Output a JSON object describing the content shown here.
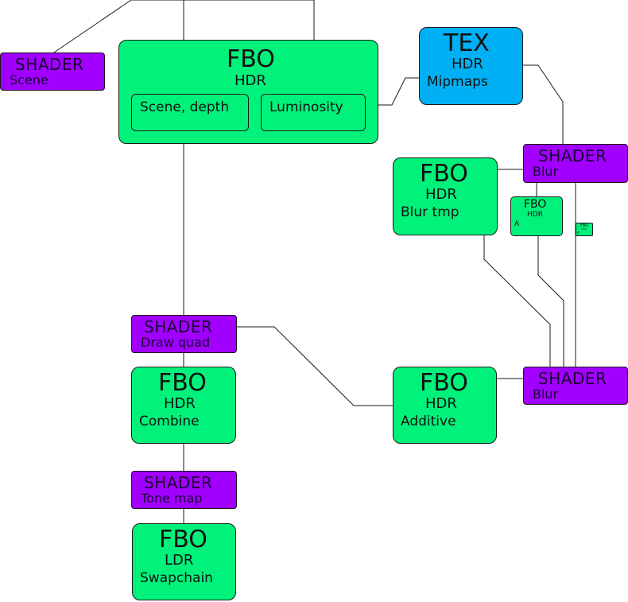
{
  "colors": {
    "fbo": "#00f27a",
    "tex": "#00b0f4",
    "shader": "#a100ff",
    "line": "#1a1a1a"
  },
  "nodes": {
    "shader_scene": {
      "kind": "SHADER",
      "label": "Scene"
    },
    "fbo_hdr_main": {
      "kind": "FBO",
      "format": "HDR",
      "attachments": [
        "Scene, depth",
        "Luminosity"
      ]
    },
    "tex_hdr": {
      "kind": "TEX",
      "format": "HDR",
      "label": "Mipmaps"
    },
    "shader_blur_top": {
      "kind": "SHADER",
      "label": "Blur"
    },
    "fbo_blur_tmp": {
      "kind": "FBO",
      "format": "HDR",
      "label": "Blur tmp"
    },
    "fbo_small_a": {
      "kind": "FBO",
      "format": "HDR",
      "label": "A"
    },
    "fbo_tiny": {
      "kind": "FBO",
      "format": "HDR",
      "label": "A"
    },
    "shader_draw_quad": {
      "kind": "SHADER",
      "label": "Draw quad"
    },
    "fbo_combine": {
      "kind": "FBO",
      "format": "HDR",
      "label": "Combine"
    },
    "fbo_additive": {
      "kind": "FBO",
      "format": "HDR",
      "label": "Additive"
    },
    "shader_blur_bottom": {
      "kind": "SHADER",
      "label": "Blur"
    },
    "shader_tone_map": {
      "kind": "SHADER",
      "label": "Tone map"
    },
    "fbo_ldr": {
      "kind": "FBO",
      "format": "LDR",
      "label": "Swapchain"
    }
  }
}
